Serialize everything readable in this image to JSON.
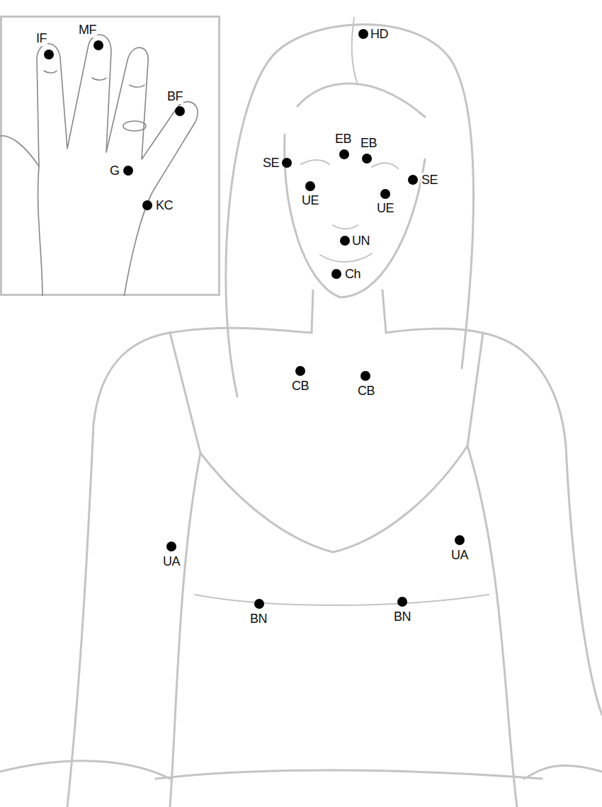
{
  "diagram": {
    "labels": [
      "IF",
      "MF",
      "HD",
      "BF",
      "EB",
      "EB",
      "SE",
      "SE",
      "G",
      "UE",
      "UE",
      "KC",
      "UN",
      "Ch",
      "CB",
      "CB",
      "UA",
      "UA",
      "BN",
      "BN"
    ]
  }
}
